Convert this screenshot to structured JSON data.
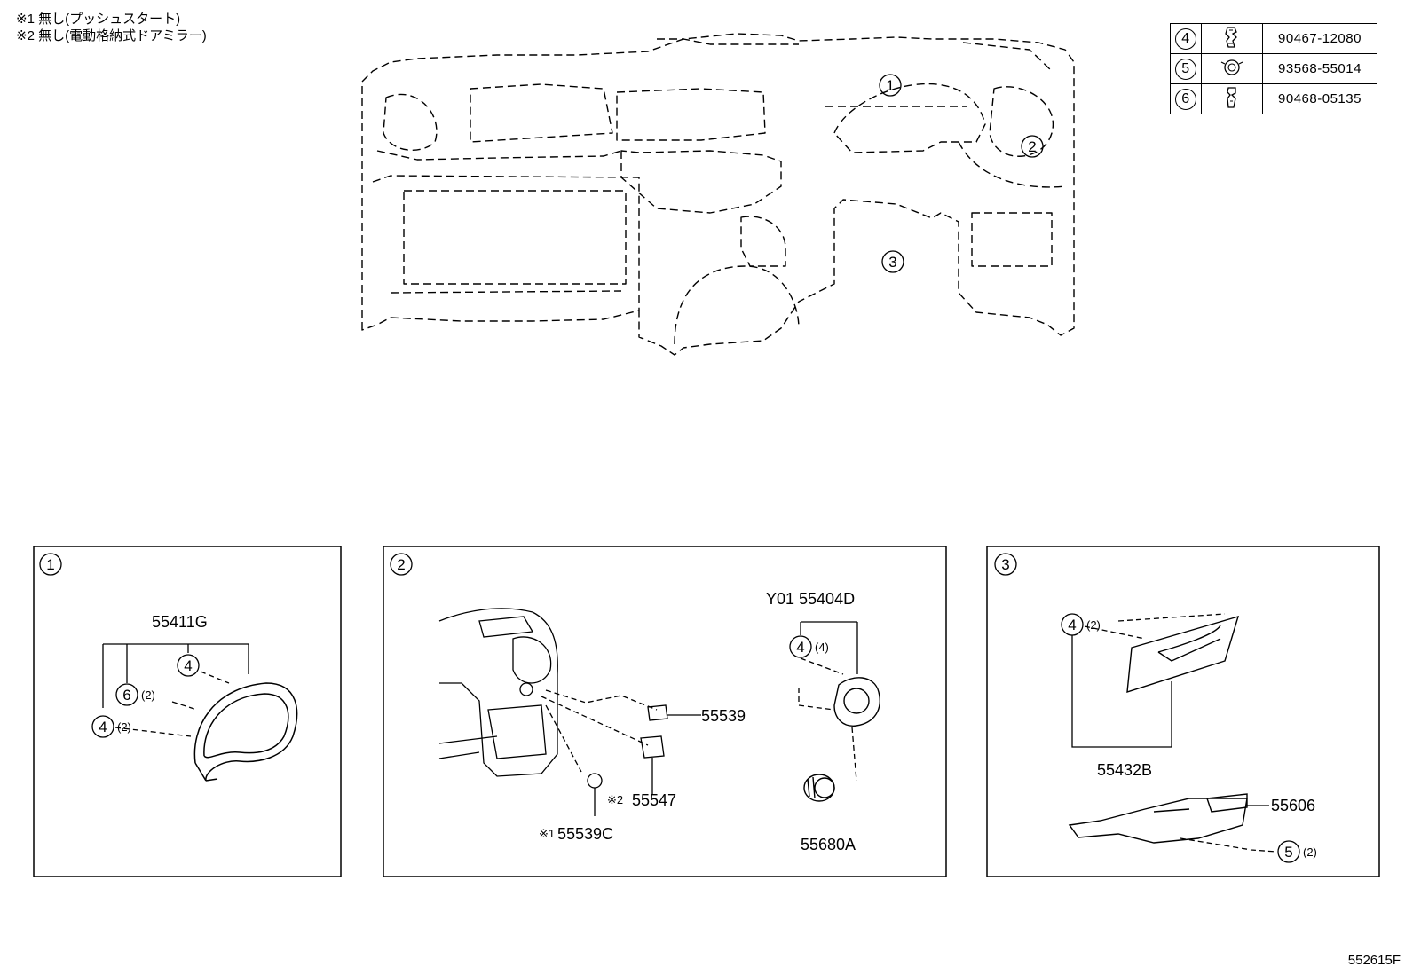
{
  "notes": [
    "※1 無し(プッシュスタート)",
    "※2 無し(電動格納式ドアミラー)"
  ],
  "parts_table": [
    {
      "ref": "4",
      "icon": "clip-icon",
      "part_no": "90467-12080"
    },
    {
      "ref": "5",
      "icon": "screw-icon",
      "part_no": "93568-55014"
    },
    {
      "ref": "6",
      "icon": "clip-icon",
      "part_no": "90468-05135"
    }
  ],
  "main": {
    "callouts": [
      "1",
      "2",
      "3"
    ]
  },
  "panel1": {
    "ref": "1",
    "part": "55411G",
    "c_top": "4",
    "c_mid": "6",
    "c_mid_qty": "(2)",
    "c_low": "4",
    "c_low_qty": "(2)"
  },
  "panel2": {
    "ref": "2",
    "part_a": "55539",
    "part_b_mark": "※2",
    "part_b": "55547",
    "part_c_mark": "※1",
    "part_c": "55539C",
    "part_d": "Y01 55404D",
    "c_d": "4",
    "c_d_qty": "(4)",
    "part_e": "55680A"
  },
  "panel3": {
    "ref": "3",
    "c_top": "4",
    "c_top_qty": "(2)",
    "part_a": "55432B",
    "part_b": "55606",
    "c_low": "5",
    "c_low_qty": "(2)"
  },
  "footer": {
    "code": "552615F"
  }
}
